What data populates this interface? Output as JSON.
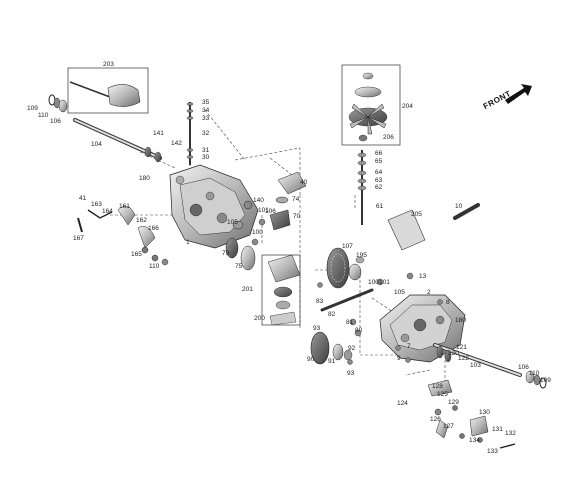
{
  "diagram": {
    "front_label": "FRONT",
    "part_numbers": [
      "203",
      "109",
      "110",
      "106",
      "104",
      "141",
      "142",
      "180",
      "35",
      "34",
      "33",
      "32",
      "31",
      "30",
      "204",
      "206",
      "66",
      "65",
      "64",
      "63",
      "62",
      "61",
      "205",
      "10",
      "41",
      "163",
      "164",
      "161",
      "162",
      "166",
      "167",
      "165",
      "110",
      "40",
      "74",
      "140",
      "101",
      "70",
      "106",
      "105",
      "1",
      "79",
      "100",
      "75",
      "107",
      "195",
      "201",
      "83",
      "82",
      "100",
      "101",
      "105",
      "13",
      "2",
      "8",
      "81",
      "80",
      "200",
      "93",
      "90",
      "91",
      "92",
      "93",
      "7",
      "9",
      "180",
      "121",
      "120",
      "122",
      "103",
      "106",
      "110",
      "109",
      "128",
      "125",
      "124",
      "129",
      "126",
      "127",
      "130",
      "134",
      "131",
      "132",
      "133"
    ]
  }
}
